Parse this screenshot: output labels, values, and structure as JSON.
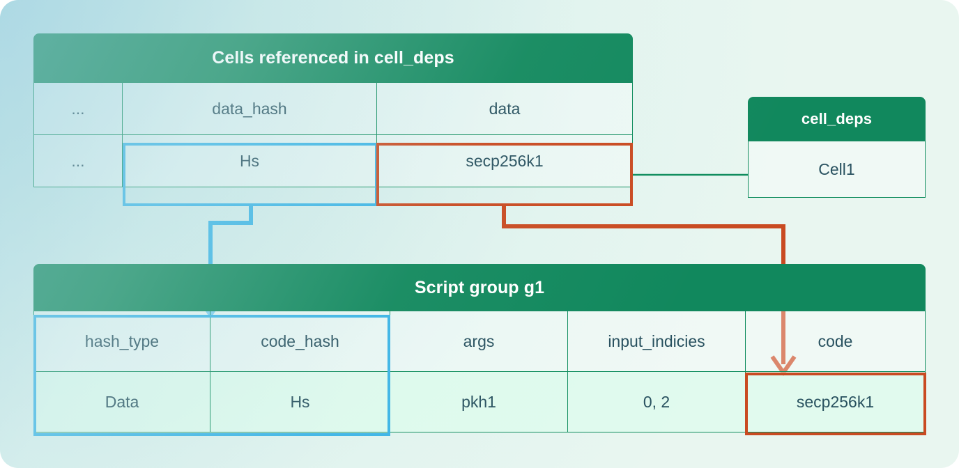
{
  "colors": {
    "green": "#11885d",
    "green_border": "#0f8c5d",
    "blue_highlight": "#3cb4e5",
    "red_highlight": "#c94a21",
    "text": "#28515f",
    "bg_from": "#b4dde5",
    "bg_to": "#e9f6f0"
  },
  "top_table": {
    "title": "Cells referenced in cell_deps",
    "columns": [
      "...",
      "data_hash",
      "data"
    ],
    "rows": [
      [
        "...",
        "Hs",
        "secp256k1"
      ]
    ]
  },
  "deps_table": {
    "title": "cell_deps",
    "rows": [
      "Cell1"
    ]
  },
  "script_table": {
    "title": "Script group g1",
    "columns": [
      "hash_type",
      "code_hash",
      "args",
      "input_indicies",
      "code"
    ],
    "rows": [
      [
        "Data",
        "Hs",
        "pkh1",
        "0, 2",
        "secp256k1"
      ]
    ]
  },
  "connectors": [
    {
      "name": "hs-to-code-hash",
      "color": "#3cb4e5",
      "from": "Hs",
      "to": "code_hash",
      "arrow": true
    },
    {
      "name": "secp256k1-to-code",
      "color": "#c94a21",
      "from": "secp256k1",
      "to": "code",
      "arrow": true
    },
    {
      "name": "secp256k1-to-cell-deps",
      "color": "#0f8c5d",
      "from": "secp256k1",
      "to": "cell_deps",
      "arrow": false
    }
  ]
}
